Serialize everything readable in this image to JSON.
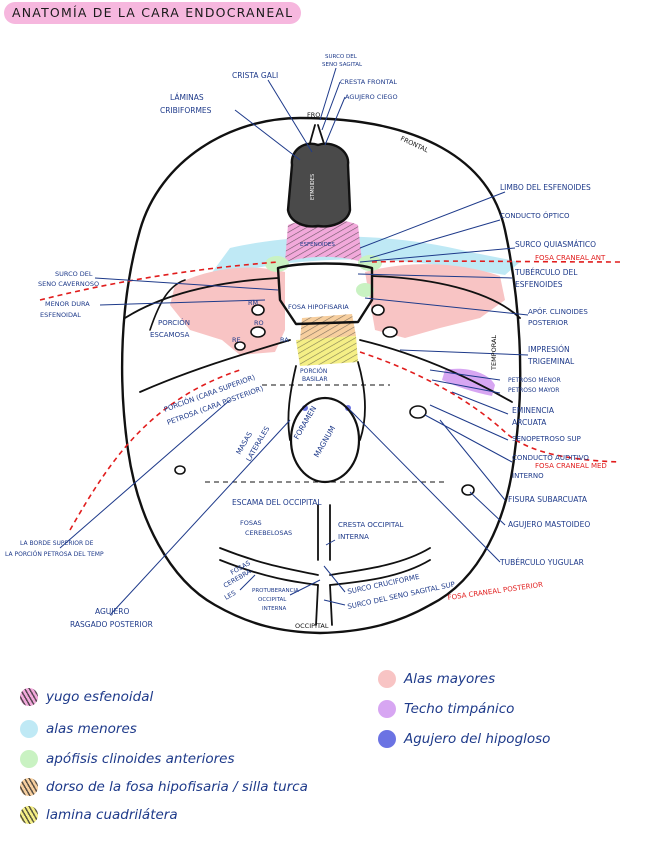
{
  "title": "ANATOMÍA DE LA CARA ENDOCRANEAL",
  "diagram": {
    "structure_labels": {
      "laminas_cribiformes": [
        "LÁMINAS",
        "CRIBIFORMES"
      ],
      "crista_gali": "CRISTA GALI",
      "surco_seno_sagital": [
        "SURCO DEL",
        "SENO SAGITAL"
      ],
      "cresta_frontal": "CRESTA FRONTAL",
      "agujero_ciego": "AGUJERO CIEGO",
      "limbo": "LIMBO DEL ESFENOIDES",
      "conducto_optico": "CONDUCTO ÓPTICO",
      "surco_quiasmatico": "SURCO QUIASMÁTICO",
      "tuberculo_esfenoides": [
        "TUBÉRCULO DEL",
        "ESFENOIDES"
      ],
      "apof_clinoides_post": [
        "APÓF. CLINOIDES",
        "POSTERIOR"
      ],
      "impresion_trigeminal": [
        "IMPRESIÓN",
        "TRIGEMINAL"
      ],
      "petroso_menor": "PETROSO MENOR",
      "petroso_mayor": "PETROSO MAYOR",
      "eminencia_arcuata": [
        "EMINENCIA",
        "ARCUATA"
      ],
      "senopetroso_sup": "SENOPETROSO SUP",
      "conducto_auditivo": [
        "CONDUCTO AUDITIVO",
        "INTERNO"
      ],
      "fisura_subarcuata": "FISURA SUBARCUATA",
      "agujero_mastoideo": "AGUJERO MASTOIDEO",
      "tuberculo_yugular": "TUBÉRCULO YUGULAR",
      "surco_carotideo": [
        "SURCO DEL",
        "SENO CAVERNOSO"
      ],
      "menor_ala": [
        "MENOR DURA",
        "ESFENOIDAL"
      ],
      "porcion_escamosa": [
        "PORCIÓN",
        "ESCAMOSA"
      ],
      "porcion_petrosa": [
        "PORCIÓN (CARA SUPERIOR)",
        "PETROSA (CARA POSTERIOR)"
      ],
      "masas_laterales": [
        "MASAS",
        "LATERALES"
      ],
      "porcion_basilar": [
        "PORCIÓN",
        "BASILAR"
      ],
      "foramen_magnum": [
        "FORAMEN",
        "MAGNUM"
      ],
      "escama_occipital": "ESCAMA DEL OCCIPITAL",
      "fosas_cerebelosas": [
        "FOSAS",
        "CEREBELOSAS"
      ],
      "cresta_occipital": [
        "CRESTA OCCIPITAL",
        "INTERNA"
      ],
      "fosas_cerebrales": [
        "FOSAS",
        "CEREBRA-",
        "LES"
      ],
      "protuberancia": [
        "PROTUBERANCIA",
        "OCCIPITAL",
        "INTERNA"
      ],
      "surco_cruciforme": "SURCO CRUCIFORME",
      "surco_sagital_sup": "SURCO DEL SENO SAGITAL SUP",
      "borde_superior": [
        "LA BORDE SUPERIOR DE",
        "LA PORCIÓN PETROSA DEL TEMP"
      ],
      "agujero_rasgado": [
        "AGUJERO",
        "RASGADO POSTERIOR"
      ],
      "fosa_hipofisaria": "FOSA HIPOFISARIA",
      "esfenoides": "ESFENOIDES",
      "etmoides": "ETMOIDES"
    },
    "bone_labels": {
      "frontal_top": "FRO",
      "frontal": "FRONTAL",
      "temporal": "TEMPORAL",
      "occipital": "OCCIPITAL"
    },
    "foramen_labels": {
      "rm": "RM",
      "ro": "RO",
      "re": "RE",
      "ra": "RA"
    },
    "fossa_labels": {
      "anterior": "FOSA CRANEAL ANT",
      "media": "FOSA CRANEAL MED",
      "posterior": "FOSA CRANEAL POSTERIOR"
    }
  },
  "legend_left": [
    {
      "label": "yugo esfenoidal",
      "color": "#f2a9db",
      "hatch": true
    },
    {
      "label": "alas menores",
      "color": "#bfe9f5",
      "hatch": false
    },
    {
      "label": "apófisis clinoides anteriores",
      "color": "#c9f2c2",
      "hatch": false
    },
    {
      "label": "dorso de la fosa hipofisaria / silla turca",
      "color": "#f7cf9f",
      "hatch": true
    },
    {
      "label": "lamina cuadrilátera",
      "color": "#f5ef86",
      "hatch": true
    }
  ],
  "legend_right": [
    {
      "label": "Alas mayores",
      "color": "#f8c4c4"
    },
    {
      "label": "Techo timpánico",
      "color": "#d7a6f2"
    },
    {
      "label": "Agujero del hipogloso",
      "color": "#6b73e3"
    }
  ],
  "colors": {
    "ink": "#111111",
    "label_blue": "#1e3a8a",
    "fossa_red": "#e11d1d",
    "title_bg": "#f6b7de"
  }
}
